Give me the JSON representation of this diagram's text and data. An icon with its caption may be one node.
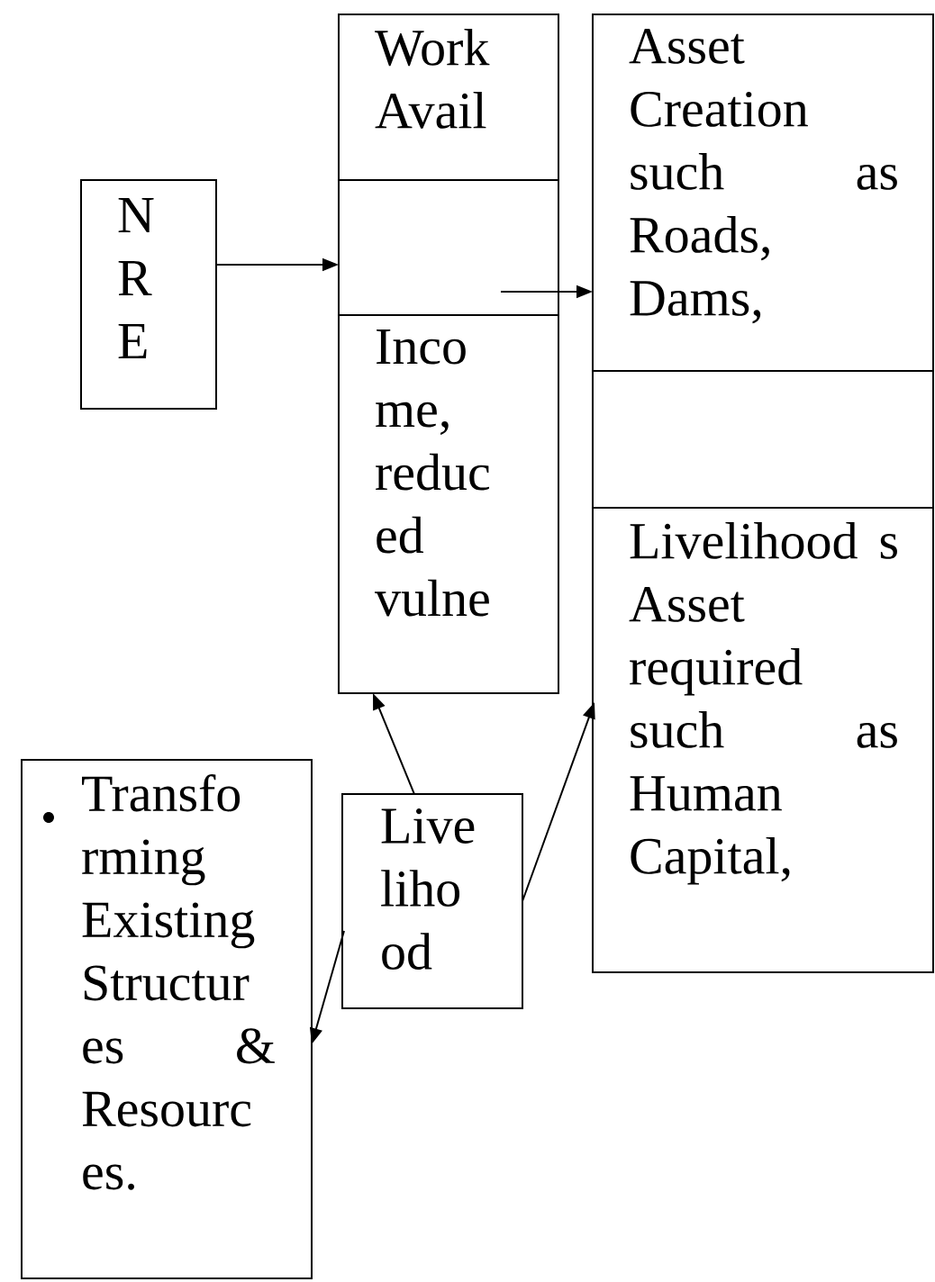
{
  "diagram": {
    "nodes": [
      {
        "text": [
          "N R E"
        ]
      },
      {
        "text": [
          "Work Avail"
        ]
      },
      {
        "text": [],
        "shape": "box"
      },
      {
        "text": [
          "Inco me, reduc ed vulne"
        ]
      },
      {
        "text": [
          "Asset Creation such as Roads, Dams,"
        ]
      },
      {
        "text": [],
        "shape": "box"
      },
      {
        "text": [
          "Livelihood s Asset required such as Human Capital,"
        ]
      },
      {
        "text": [
          "Transfo rming Existing Structur es & Resourc es."
        ]
      },
      {
        "text": [
          "Live liho od"
        ]
      }
    ],
    "edges": [
      {
        "from": 0,
        "to": 2,
        "arrow": "to"
      },
      {
        "from": 2,
        "to": 4,
        "arrow": "to"
      },
      {
        "from": 8,
        "to": 3,
        "arrow": "to"
      },
      {
        "from": 8,
        "to": 6,
        "arrow": "to"
      },
      {
        "from": 8,
        "to": 7,
        "arrow": "to"
      }
    ]
  }
}
